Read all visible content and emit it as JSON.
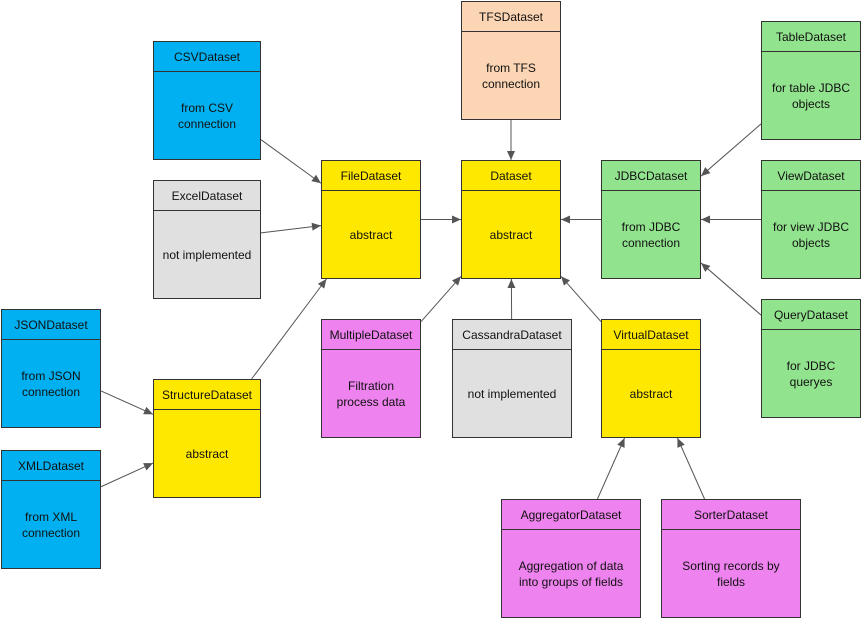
{
  "colors": {
    "blue": "#00B0F0",
    "yellow": "#FFE800",
    "green": "#92E38E",
    "grey": "#E0E0E0",
    "violet": "#EE82EE",
    "peach": "#FCD5B4",
    "line": "#555555"
  },
  "nodes": {
    "csv": {
      "title": "CSVDataset",
      "desc": "from CSV connection"
    },
    "excel": {
      "title": "ExcelDataset",
      "desc": "not implemented"
    },
    "json": {
      "title": "JSONDataset",
      "desc": "from JSON connection"
    },
    "xml": {
      "title": "XMLDataset",
      "desc": "from XML connection"
    },
    "structure": {
      "title": "StructureDataset",
      "desc": "abstract"
    },
    "file": {
      "title": "FileDataset",
      "desc": "abstract"
    },
    "tfs": {
      "title": "TFSDataset",
      "desc": "from TFS connection"
    },
    "dataset": {
      "title": "Dataset",
      "desc": "abstract"
    },
    "jdbc": {
      "title": "JDBCDataset",
      "desc": "from JDBC connection"
    },
    "table": {
      "title": "TableDataset",
      "desc": "for table JDBC objects"
    },
    "view": {
      "title": "ViewDataset",
      "desc": "for view JDBC objects"
    },
    "query": {
      "title": "QueryDataset",
      "desc": "for JDBC queryes"
    },
    "multiple": {
      "title": "MultipleDataset",
      "desc": "Filtration process data"
    },
    "cassandra": {
      "title": "CassandraDataset",
      "desc": "not implemented"
    },
    "virtual": {
      "title": "VirtualDataset",
      "desc": "abstract"
    },
    "aggregator": {
      "title": "AggregatorDataset",
      "desc": "Aggregation of data into groups of fields"
    },
    "sorter": {
      "title": "SorterDataset",
      "desc": "Sorting records by fields"
    }
  },
  "edges": [
    {
      "from": "csv",
      "to": "file"
    },
    {
      "from": "excel",
      "to": "file"
    },
    {
      "from": "structure",
      "to": "file"
    },
    {
      "from": "json",
      "to": "structure"
    },
    {
      "from": "xml",
      "to": "structure"
    },
    {
      "from": "file",
      "to": "dataset"
    },
    {
      "from": "tfs",
      "to": "dataset"
    },
    {
      "from": "jdbc",
      "to": "dataset"
    },
    {
      "from": "multiple",
      "to": "dataset"
    },
    {
      "from": "cassandra",
      "to": "dataset"
    },
    {
      "from": "virtual",
      "to": "dataset"
    },
    {
      "from": "table",
      "to": "jdbc"
    },
    {
      "from": "view",
      "to": "jdbc"
    },
    {
      "from": "query",
      "to": "jdbc"
    },
    {
      "from": "aggregator",
      "to": "virtual"
    },
    {
      "from": "sorter",
      "to": "virtual"
    }
  ]
}
